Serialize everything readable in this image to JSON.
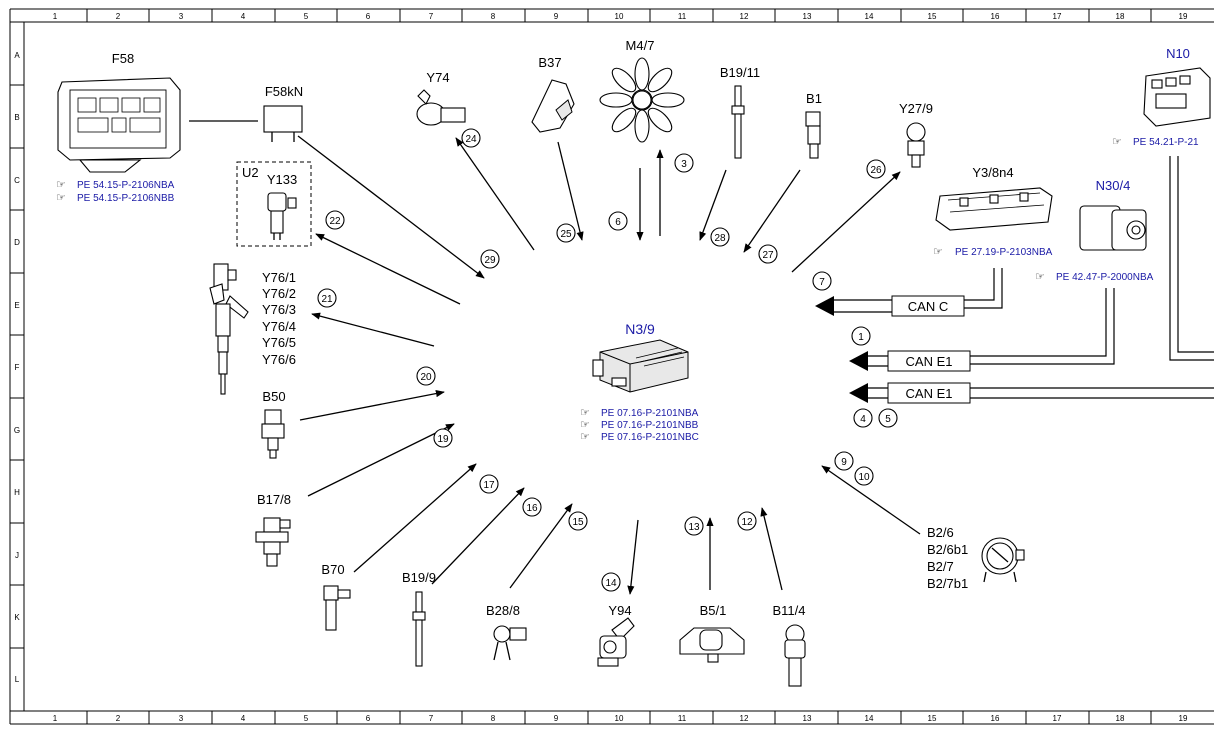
{
  "grid": {
    "columns": [
      "1",
      "2",
      "3",
      "4",
      "5",
      "6",
      "7",
      "8",
      "9",
      "10",
      "11",
      "12",
      "13",
      "14",
      "15",
      "16",
      "17",
      "18",
      "19"
    ],
    "rows": [
      "A",
      "B",
      "C",
      "D",
      "E",
      "F",
      "G",
      "H",
      "J",
      "K",
      "L"
    ]
  },
  "center": {
    "label": "N3/9",
    "refs": [
      "PE 07.16-P-2101NBA",
      "PE 07.16-P-2101NBB",
      "PE 07.16-P-2101NBC"
    ]
  },
  "components": {
    "F58": {
      "label": "F58",
      "refs": [
        "PE 54.15-P-2106NBA",
        "PE 54.15-P-2106NBB"
      ]
    },
    "F58kN": {
      "label": "F58kN"
    },
    "U2": {
      "label": "U2"
    },
    "Y133": {
      "label": "Y133"
    },
    "Y74": {
      "label": "Y74"
    },
    "B37": {
      "label": "B37"
    },
    "M4_7": {
      "label": "M4/7"
    },
    "B19_11": {
      "label": "B19/11"
    },
    "B1": {
      "label": "B1"
    },
    "Y27_9": {
      "label": "Y27/9"
    },
    "Y3_8n4": {
      "label": "Y3/8n4",
      "refs": [
        "PE 27.19-P-2103NBA"
      ]
    },
    "N30_4": {
      "label": "N30/4",
      "refs": [
        "PE 42.47-P-2000NBA"
      ]
    },
    "N10": {
      "label": "N10",
      "refs": [
        "PE 54.21-P-21"
      ]
    },
    "Y76": {
      "labels": [
        "Y76/1",
        "Y76/2",
        "Y76/3",
        "Y76/4",
        "Y76/5",
        "Y76/6"
      ]
    },
    "B50": {
      "label": "B50"
    },
    "B17_8": {
      "label": "B17/8"
    },
    "B70": {
      "label": "B70"
    },
    "B19_9": {
      "label": "B19/9"
    },
    "B28_8": {
      "label": "B28/8"
    },
    "Y94": {
      "label": "Y94"
    },
    "B5_1": {
      "label": "B5/1"
    },
    "B11_4": {
      "label": "B11/4"
    },
    "B2": {
      "labels": [
        "B2/6",
        "B2/6b1",
        "B2/7",
        "B2/7b1"
      ]
    }
  },
  "buses": {
    "can_c": "CAN C",
    "can_e1_a": "CAN E1",
    "can_e1_b": "CAN E1"
  },
  "arrows": {
    "a1": "1",
    "a3": "3",
    "a4": "4",
    "a5": "5",
    "a6": "6",
    "a7": "7",
    "a9": "9",
    "a10": "10",
    "a12": "12",
    "a13": "13",
    "a14": "14",
    "a15": "15",
    "a16": "16",
    "a17": "17",
    "a19": "19",
    "a20": "20",
    "a21": "21",
    "a22": "22",
    "a24": "24",
    "a25": "25",
    "a26": "26",
    "a27": "27",
    "a28": "28",
    "a29": "29"
  },
  "colors": {
    "line": "#000000",
    "reference_text": "#1a1aa6",
    "background": "#ffffff"
  },
  "icons": {
    "reference": "pointing-hand-icon"
  }
}
